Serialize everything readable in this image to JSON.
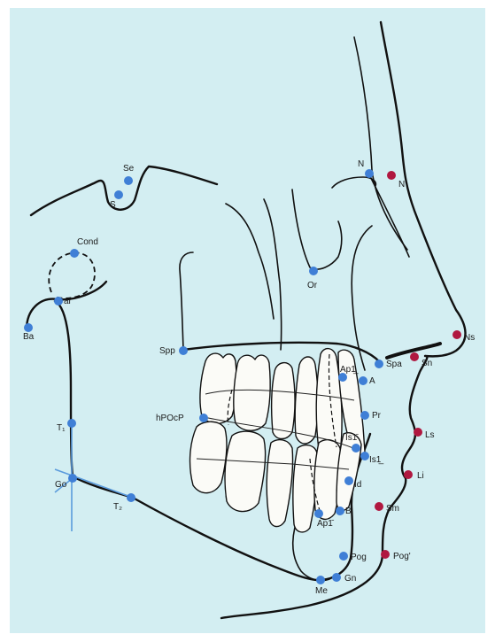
{
  "colors": {
    "background": "#d3eef2",
    "frame": "#ffffff",
    "soft_tissue_point": "#b01840",
    "skeletal_point": "#3f7fd6",
    "construction_line": "#5b9bdc",
    "outline": "#111111"
  },
  "landmarks": {
    "skeletal": [
      {
        "id": "Se",
        "label": "Se"
      },
      {
        "id": "S",
        "label": "S"
      },
      {
        "id": "N",
        "label": "N"
      },
      {
        "id": "Cond",
        "label": "Cond"
      },
      {
        "id": "ar",
        "label": "ar"
      },
      {
        "id": "Ba",
        "label": "Ba"
      },
      {
        "id": "Or",
        "label": "Or"
      },
      {
        "id": "Spp",
        "label": "Spp"
      },
      {
        "id": "Spa",
        "label": "Spa"
      },
      {
        "id": "Ap1_upper",
        "label": "Ap1̲"
      },
      {
        "id": "A",
        "label": "A"
      },
      {
        "id": "Pr",
        "label": "Pr"
      },
      {
        "id": "hPOcP",
        "label": "hPOcP"
      },
      {
        "id": "Is1_upper",
        "label": "Is1̄"
      },
      {
        "id": "Is1_lower",
        "label": "Is1̲"
      },
      {
        "id": "T1",
        "label": "T₁"
      },
      {
        "id": "Go",
        "label": "Go"
      },
      {
        "id": "T2",
        "label": "T₂"
      },
      {
        "id": "Id",
        "label": "Id"
      },
      {
        "id": "B",
        "label": "B"
      },
      {
        "id": "Ap1_lower",
        "label": "Ap1̄"
      },
      {
        "id": "Pog",
        "label": "Pog"
      },
      {
        "id": "Gn",
        "label": "Gn"
      },
      {
        "id": "Me",
        "label": "Me"
      }
    ],
    "soft_tissue": [
      {
        "id": "N_soft",
        "label": "N'"
      },
      {
        "id": "Ns",
        "label": "Ns"
      },
      {
        "id": "Sn",
        "label": "Sn"
      },
      {
        "id": "Ls",
        "label": "Ls"
      },
      {
        "id": "Li",
        "label": "Li"
      },
      {
        "id": "Sm",
        "label": "Sm"
      },
      {
        "id": "Pog_soft",
        "label": "Pog'"
      }
    ]
  }
}
